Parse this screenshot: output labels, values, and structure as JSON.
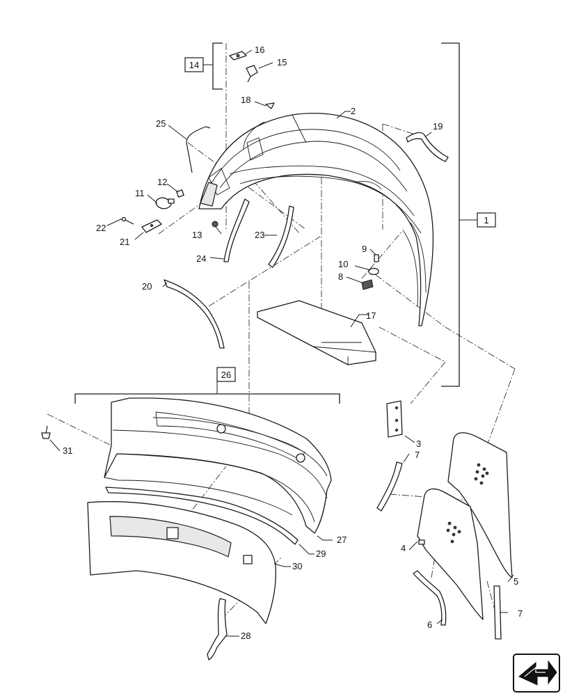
{
  "callouts": {
    "c1": "1",
    "c2": "2",
    "c3": "3",
    "c4": "4",
    "c5": "5",
    "c6": "6",
    "c7a": "7",
    "c7b": "7",
    "c8": "8",
    "c9": "9",
    "c10": "10",
    "c11": "11",
    "c12": "12",
    "c13": "13",
    "c14": "14",
    "c15": "15",
    "c16": "16",
    "c17": "17",
    "c18": "18",
    "c19": "19",
    "c20": "20",
    "c21": "21",
    "c22": "22",
    "c23": "23",
    "c24": "24",
    "c25": "25",
    "c26": "26",
    "c27": "27",
    "c28": "28",
    "c29": "29",
    "c30": "30",
    "c31": "31"
  },
  "icons": {
    "nav": "next-page-arrow-icon"
  }
}
